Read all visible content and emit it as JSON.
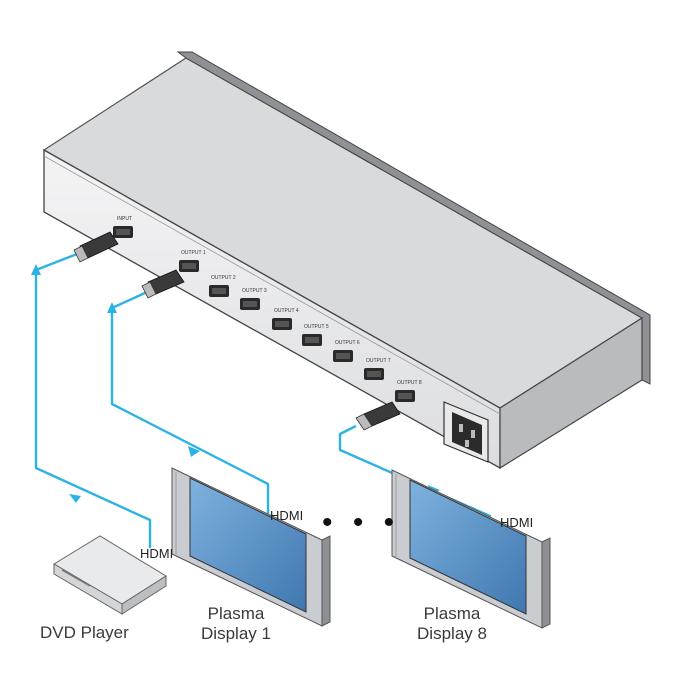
{
  "device": {
    "input_port_label": "INPUT",
    "output_port_labels": [
      "OUTPUT 1",
      "OUTPUT 2",
      "OUTPUT 3",
      "OUTPUT 4",
      "OUTPUT 5",
      "OUTPUT 6",
      "OUTPUT 7",
      "OUTPUT 8"
    ]
  },
  "cable_label": "HDMI",
  "labels": {
    "dvd_player": "DVD Player",
    "display1_line1": "Plasma",
    "display1_line2": "Display 1",
    "display8_line1": "Plasma",
    "display8_line2": "Display 8",
    "ellipsis": "• • •"
  },
  "colors": {
    "cable": "#2db3e3",
    "chassis_top": "#d6d7d9",
    "chassis_front": "#eeeff0",
    "screen": "#5a93c8",
    "bezel": "#c9ccd0"
  }
}
